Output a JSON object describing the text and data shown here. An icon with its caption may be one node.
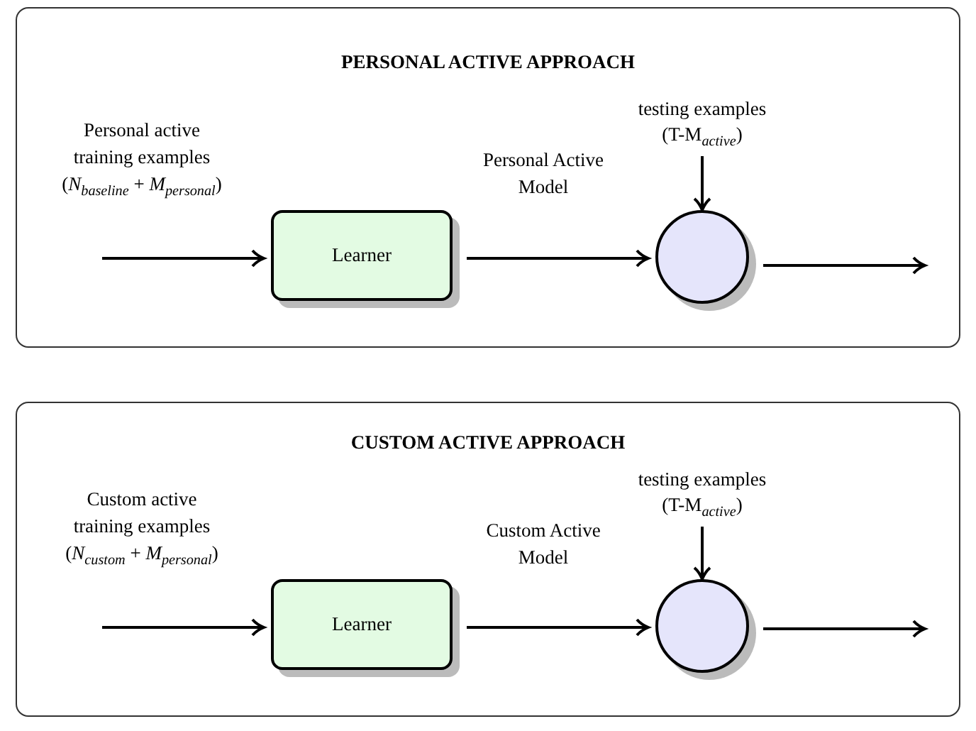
{
  "diagram": {
    "nodes": [
      {
        "text": [
          "PERSONAL ACTIVE APPROACH"
        ]
      },
      {
        "text": [
          "Learner"
        ],
        "in": 0
      },
      {
        "text": [],
        "shape": "circle",
        "in": 0
      },
      {
        "text": [
          "testing examples (T-M$_{active}$)"
        ],
        "in": 0
      },
      {
        "text": [
          "CUSTOM ACTIVE APPROACH"
        ]
      },
      {
        "text": [
          "Learner"
        ],
        "in": 4
      },
      {
        "text": [],
        "shape": "circle",
        "in": 4
      },
      {
        "text": [
          "testing examples (T-M$_{active}$)"
        ],
        "in": 4
      }
    ],
    "edges": [
      {
        "from": null,
        "to": 1,
        "arrow": "to",
        "label": "Personal active training examples (*N*$_{baseline}$ + *M*$_{personal}$)"
      },
      {
        "from": 1,
        "to": 2,
        "arrow": "to",
        "label": "Personal Active Model"
      },
      {
        "from": 3,
        "to": 2,
        "arrow": "to"
      },
      {
        "from": 2,
        "to": null,
        "arrow": "to"
      },
      {
        "from": null,
        "to": 5,
        "arrow": "to",
        "label": "Custom active training examples (*N*$_{custom}$ + *M*$_{personal}$)"
      },
      {
        "from": 5,
        "to": 6,
        "arrow": "to",
        "label": "Custom Active Model"
      },
      {
        "from": 7,
        "to": 6,
        "arrow": "to"
      },
      {
        "from": 6,
        "to": null,
        "arrow": "to"
      }
    ]
  }
}
